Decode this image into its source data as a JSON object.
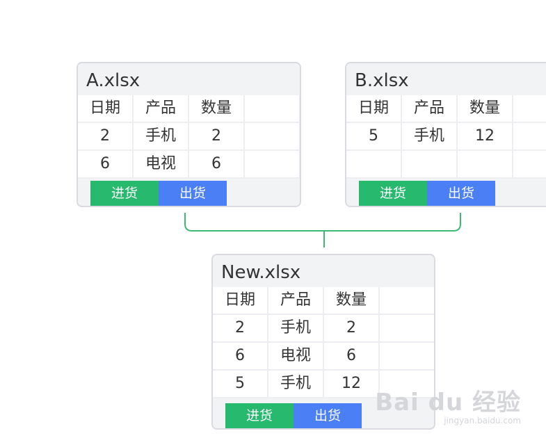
{
  "colors": {
    "connector": "#3cb878",
    "tab_inbound": "#27b96e",
    "tab_outbound": "#4a7ff5",
    "card_border": "#d9dbe0"
  },
  "cards": {
    "a": {
      "title": "A.xlsx",
      "headers": [
        "日期",
        "产品",
        "数量"
      ],
      "rows": [
        [
          "2",
          "手机",
          "2"
        ],
        [
          "6",
          "电视",
          "6"
        ]
      ],
      "tabs": [
        "进货",
        "出货"
      ]
    },
    "b": {
      "title": "B.xlsx",
      "headers": [
        "日期",
        "产品",
        "数量"
      ],
      "rows": [
        [
          "5",
          "手机",
          "12"
        ]
      ],
      "tabs": [
        "进货",
        "出货"
      ]
    },
    "new": {
      "title": "New.xlsx",
      "headers": [
        "日期",
        "产品",
        "数量"
      ],
      "rows": [
        [
          "2",
          "手机",
          "2"
        ],
        [
          "6",
          "电视",
          "6"
        ],
        [
          "5",
          "手机",
          "12"
        ]
      ],
      "tabs": [
        "进货",
        "出货"
      ]
    }
  },
  "watermark": {
    "main": "Bai du 经验",
    "sub": "jingyan.baidu.com"
  }
}
